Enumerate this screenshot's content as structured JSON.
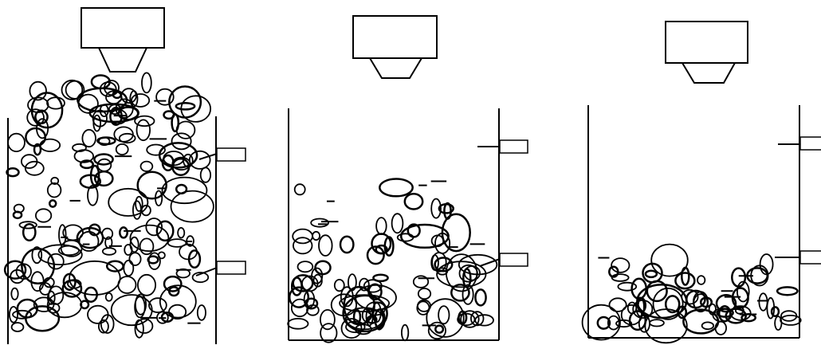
{
  "panels": [
    {
      "id": "panel-1",
      "fill_level": "high"
    },
    {
      "id": "panel-2",
      "fill_level": "medium"
    },
    {
      "id": "panel-3",
      "fill_level": "low"
    }
  ],
  "colors": {
    "stroke": "#000000",
    "background": "#ffffff"
  }
}
